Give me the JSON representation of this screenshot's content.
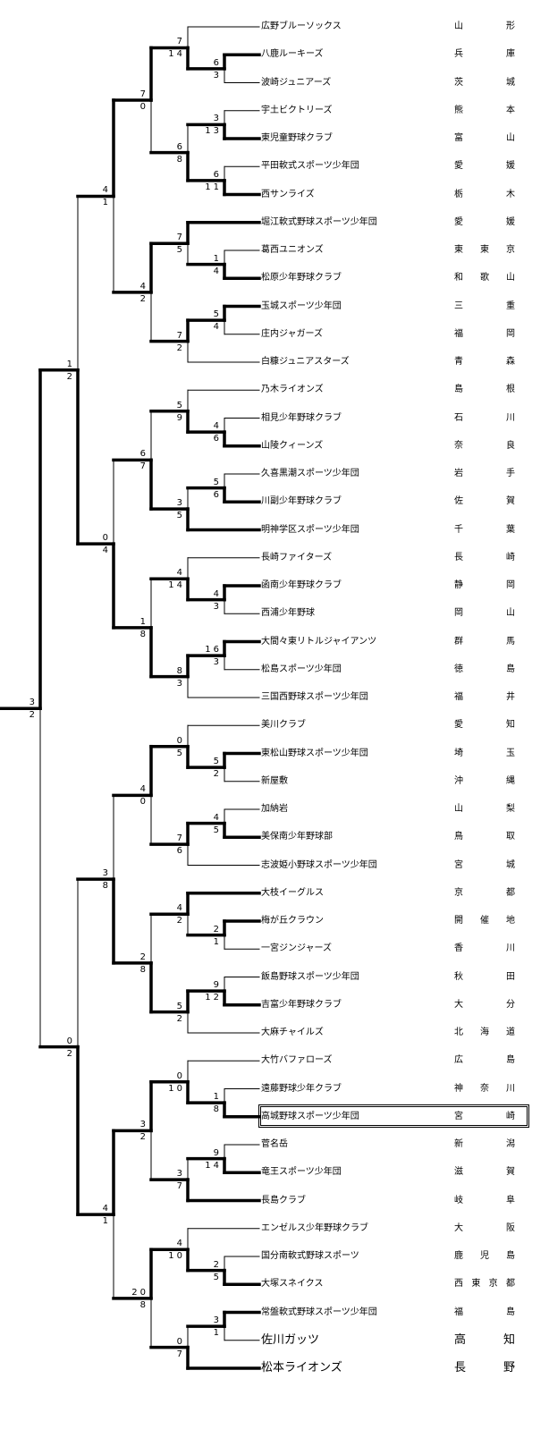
{
  "teams": [
    {
      "name": "広野ブルーソックス",
      "pref": "山形"
    },
    {
      "name": "八鹿ルーキーズ",
      "pref": "兵庫"
    },
    {
      "name": "波崎ジュニアーズ",
      "pref": "茨城"
    },
    {
      "name": "宇土ビクトリーズ",
      "pref": "熊本"
    },
    {
      "name": "東児童野球クラブ",
      "pref": "富山"
    },
    {
      "name": "平田軟式スポーツ少年団",
      "pref": "愛媛"
    },
    {
      "name": "西サンライズ",
      "pref": "栃木"
    },
    {
      "name": "堀江軟式野球スポーツ少年団",
      "pref": "愛媛"
    },
    {
      "name": "葛西ユニオンズ",
      "pref": "東東京"
    },
    {
      "name": "松原少年野球クラブ",
      "pref": "和歌山"
    },
    {
      "name": "玉城スポーツ少年団",
      "pref": "三重"
    },
    {
      "name": "庄内ジャガーズ",
      "pref": "福岡"
    },
    {
      "name": "白糠ジュニアスターズ",
      "pref": "青森"
    },
    {
      "name": "乃木ライオンズ",
      "pref": "島根"
    },
    {
      "name": "相見少年野球クラブ",
      "pref": "石川"
    },
    {
      "name": "山陵クィーンズ",
      "pref": "奈良"
    },
    {
      "name": "久喜黒潮スポーツ少年団",
      "pref": "岩手"
    },
    {
      "name": "川副少年野球クラブ",
      "pref": "佐賀"
    },
    {
      "name": "明神学区スポーツ少年団",
      "pref": "千葉"
    },
    {
      "name": "長崎ファイターズ",
      "pref": "長崎"
    },
    {
      "name": "函南少年野球クラブ",
      "pref": "静岡"
    },
    {
      "name": "西浦少年野球",
      "pref": "岡山"
    },
    {
      "name": "大間々東リトルジャイアンツ",
      "pref": "群馬"
    },
    {
      "name": "松島スポーツ少年団",
      "pref": "徳島"
    },
    {
      "name": "三国西野球スポーツ少年団",
      "pref": "福井"
    },
    {
      "name": "美川クラブ",
      "pref": "愛知"
    },
    {
      "name": "東松山野球スポーツ少年団",
      "pref": "埼玉"
    },
    {
      "name": "新屋敷",
      "pref": "沖縄"
    },
    {
      "name": "加納岩",
      "pref": "山梨"
    },
    {
      "name": "美保南少年野球部",
      "pref": "鳥取"
    },
    {
      "name": "志波姫小野球スポーツ少年団",
      "pref": "宮城"
    },
    {
      "name": "大枝イーグルス",
      "pref": "京都"
    },
    {
      "name": "梅が丘クラウン",
      "pref": "開催地"
    },
    {
      "name": "一宮ジンジャーズ",
      "pref": "香川"
    },
    {
      "name": "飯島野球スポーツ少年団",
      "pref": "秋田"
    },
    {
      "name": "吉富少年野球クラブ",
      "pref": "大分"
    },
    {
      "name": "大麻チャイルズ",
      "pref": "北海道"
    },
    {
      "name": "大竹バファローズ",
      "pref": "広島"
    },
    {
      "name": "遠藤野球少年クラブ",
      "pref": "神奈川"
    },
    {
      "name": "高城野球スポーツ少年団",
      "pref": "宮崎"
    },
    {
      "name": "菅名岳",
      "pref": "新潟"
    },
    {
      "name": "竜王スポーツ少年団",
      "pref": "滋賀"
    },
    {
      "name": "長島クラブ",
      "pref": "岐阜"
    },
    {
      "name": "エンゼルス少年野球クラブ",
      "pref": "大阪"
    },
    {
      "name": "国分南軟式野球スポーツ",
      "pref": "鹿児島"
    },
    {
      "name": "大塚スネイクス",
      "pref": "西東京都"
    },
    {
      "name": "常盤軟式野球スポーツ少年団",
      "pref": "福島"
    },
    {
      "name": "佐川ガッツ",
      "pref": "高知"
    },
    {
      "name": "松本ライオンズ",
      "pref": "長野"
    }
  ],
  "highlighted_team": 39,
  "large_font_teams": [
    47,
    48
  ],
  "bracket": {
    "s": [
      3,
      2
    ],
    "c": [
      {
        "s": [
          1,
          2
        ],
        "c": [
          {
            "s": [
              4,
              1
            ],
            "c": [
              {
                "s": [
                  7,
                  0
                ],
                "c": [
                  {
                    "s": [
                      7,
                      14
                    ],
                    "c": [
                      0,
                      {
                        "s": [
                          6,
                          3
                        ],
                        "c": [
                          1,
                          2
                        ]
                      }
                    ]
                  },
                  {
                    "s": [
                      6,
                      8
                    ],
                    "c": [
                      {
                        "s": [
                          3,
                          13
                        ],
                        "c": [
                          3,
                          4
                        ]
                      },
                      {
                        "s": [
                          6,
                          11
                        ],
                        "c": [
                          5,
                          6
                        ]
                      }
                    ]
                  }
                ]
              },
              {
                "s": [
                  4,
                  2
                ],
                "c": [
                  {
                    "s": [
                      7,
                      5
                    ],
                    "c": [
                      7,
                      {
                        "s": [
                          1,
                          4
                        ],
                        "c": [
                          8,
                          9
                        ]
                      }
                    ]
                  },
                  {
                    "s": [
                      7,
                      2
                    ],
                    "c": [
                      {
                        "s": [
                          5,
                          4
                        ],
                        "c": [
                          10,
                          11
                        ]
                      },
                      12
                    ]
                  }
                ]
              }
            ]
          },
          {
            "s": [
              0,
              4
            ],
            "c": [
              {
                "s": [
                  6,
                  7
                ],
                "c": [
                  {
                    "s": [
                      5,
                      9
                    ],
                    "c": [
                      13,
                      {
                        "s": [
                          4,
                          6
                        ],
                        "c": [
                          14,
                          15
                        ]
                      }
                    ]
                  },
                  {
                    "s": [
                      3,
                      5
                    ],
                    "c": [
                      {
                        "s": [
                          5,
                          6
                        ],
                        "c": [
                          16,
                          17
                        ]
                      },
                      18
                    ]
                  }
                ]
              },
              {
                "s": [
                  1,
                  8
                ],
                "c": [
                  {
                    "s": [
                      4,
                      14
                    ],
                    "c": [
                      19,
                      {
                        "s": [
                          4,
                          3
                        ],
                        "c": [
                          20,
                          21
                        ]
                      }
                    ]
                  },
                  {
                    "s": [
                      8,
                      3
                    ],
                    "c": [
                      {
                        "s": [
                          16,
                          3
                        ],
                        "c": [
                          22,
                          23
                        ]
                      },
                      24
                    ]
                  }
                ]
              }
            ]
          }
        ]
      },
      {
        "s": [
          0,
          2
        ],
        "c": [
          {
            "s": [
              3,
              8
            ],
            "c": [
              {
                "s": [
                  4,
                  0
                ],
                "c": [
                  {
                    "s": [
                      0,
                      5
                    ],
                    "c": [
                      25,
                      {
                        "s": [
                          5,
                          2
                        ],
                        "c": [
                          26,
                          27
                        ]
                      }
                    ]
                  },
                  {
                    "s": [
                      7,
                      6
                    ],
                    "c": [
                      {
                        "s": [
                          4,
                          5
                        ],
                        "c": [
                          28,
                          29
                        ]
                      },
                      30
                    ]
                  }
                ]
              },
              {
                "s": [
                  2,
                  8
                ],
                "c": [
                  {
                    "s": [
                      4,
                      2
                    ],
                    "c": [
                      31,
                      {
                        "s": [
                          2,
                          1
                        ],
                        "c": [
                          32,
                          33
                        ]
                      }
                    ]
                  },
                  {
                    "s": [
                      5,
                      2
                    ],
                    "c": [
                      {
                        "s": [
                          9,
                          12
                        ],
                        "c": [
                          34,
                          35
                        ]
                      },
                      36
                    ]
                  }
                ]
              }
            ]
          },
          {
            "s": [
              4,
              1
            ],
            "c": [
              {
                "s": [
                  3,
                  2
                ],
                "c": [
                  {
                    "s": [
                      0,
                      10
                    ],
                    "c": [
                      37,
                      {
                        "s": [
                          1,
                          8
                        ],
                        "c": [
                          38,
                          39
                        ]
                      }
                    ]
                  },
                  {
                    "s": [
                      3,
                      7
                    ],
                    "c": [
                      {
                        "s": [
                          9,
                          14
                        ],
                        "c": [
                          40,
                          41
                        ]
                      },
                      42
                    ]
                  }
                ]
              },
              {
                "s": [
                  20,
                  8
                ],
                "c": [
                  {
                    "s": [
                      4,
                      10
                    ],
                    "c": [
                      43,
                      {
                        "s": [
                          2,
                          5
                        ],
                        "c": [
                          44,
                          45
                        ]
                      }
                    ]
                  },
                  {
                    "s": [
                      0,
                      7
                    ],
                    "c": [
                      {
                        "s": [
                          3,
                          1
                        ],
                        "c": [
                          46,
                          47
                        ]
                      },
                      48
                    ]
                  }
                ]
              }
            ]
          }
        ]
      }
    ]
  }
}
